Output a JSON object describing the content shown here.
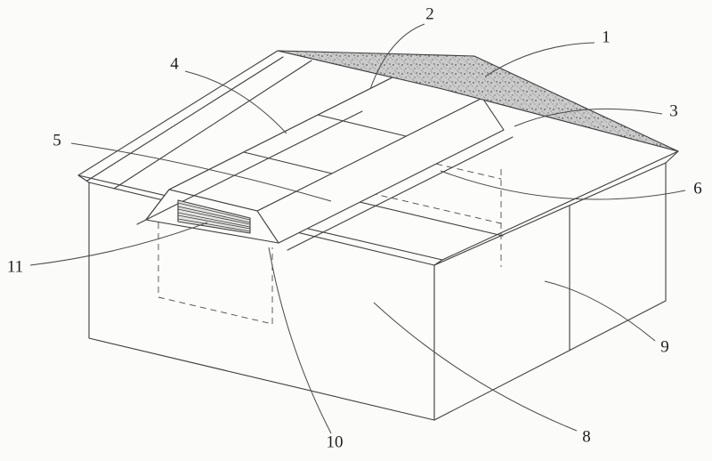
{
  "figure": {
    "colors": {
      "background": "#fbfbf9",
      "line": "#3f3f3f",
      "hatch_fill": "#cbcbcb",
      "hatch_speck": "#565656"
    },
    "labels": [
      {
        "text": "1"
      },
      {
        "text": "2"
      },
      {
        "text": "3"
      },
      {
        "text": "4"
      },
      {
        "text": "5"
      },
      {
        "text": "6"
      },
      {
        "text": "8"
      },
      {
        "text": "9"
      },
      {
        "text": "10"
      },
      {
        "text": "11"
      }
    ]
  }
}
